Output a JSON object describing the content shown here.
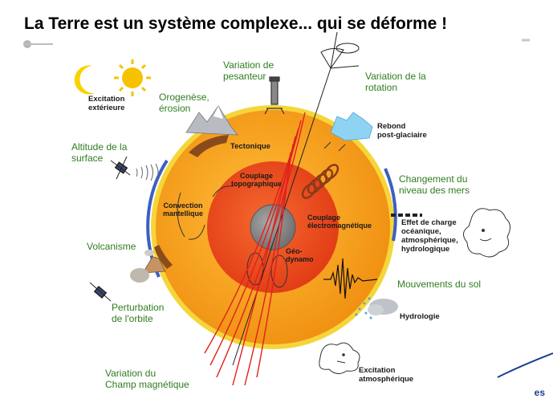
{
  "title": "La Terre est un système complexe... qui se déforme !",
  "labels": {
    "excitation_ext": "Excitation\nextérieure",
    "variation_pesanteur": "Variation de\npesanteur",
    "variation_rotation": "Variation de la\nrotation",
    "orogenese": "Orogenèse,\nérosion",
    "rebond": "Rebond\npost-glaciaire",
    "tectonique": "Tectonique",
    "altitude": "Altitude de la\nsurface",
    "couplage_topo": "Couplage\ntopographique",
    "changement_niveau": "Changement du\nniveau des mers",
    "convection": "Convection\nmantellique",
    "couplage_em": "Couplage\nélectromagnétique",
    "effet_charge": "Effet de charge\nocéanique,\natmosphérique,\nhydrologique",
    "volcanisme": "Volcanisme",
    "geodynamo": "Géo-\ndynamo",
    "mouvements_sol": "Mouvements du sol",
    "perturbation_orbite": "Perturbation\nde l'orbite",
    "hydrologie": "Hydrologie",
    "variation_champ": "Variation du\nChamp magnétique",
    "excitation_atm": "Excitation\natmosphérique"
  },
  "corner_text": "es",
  "colors": {
    "mantle": "#f7a21b",
    "outer_core": "#ef4b1c",
    "inner_core": "#8a8a8a",
    "surface_rim": "#f5d63a",
    "ocean_rim": "#3b5fc4",
    "label_green": "#2f7d1f",
    "field_lines": "#e0201c"
  }
}
